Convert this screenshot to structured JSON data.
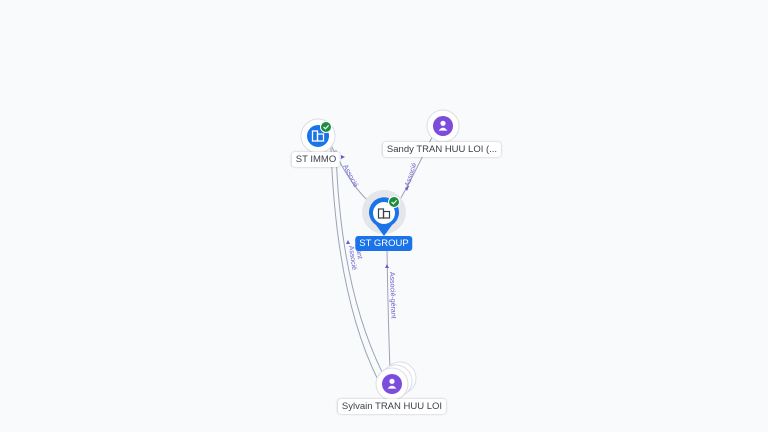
{
  "nodes": {
    "st_group": {
      "label": "ST GROUP",
      "type": "company",
      "verified": true
    },
    "st_immo": {
      "label": "ST IMMO",
      "type": "company",
      "verified": true
    },
    "sandy": {
      "label": "Sandy TRAN HUU LOI (...",
      "type": "person"
    },
    "sylvain": {
      "label": "Sylvain TRAN HUU LOI",
      "type": "person"
    }
  },
  "edges": {
    "immo_group": "Associé",
    "sandy_group": "Associé",
    "immo_sylvain_a": "Gérant",
    "immo_sylvain_b": "Associé",
    "group_sylvain": "Associé-gérant"
  },
  "colors": {
    "primary": "#1a73e8",
    "person": "#7c4ddc",
    "verified": "#1e8e3e",
    "edge": "#9aa3b5",
    "edge_label": "#6a5acd"
  }
}
